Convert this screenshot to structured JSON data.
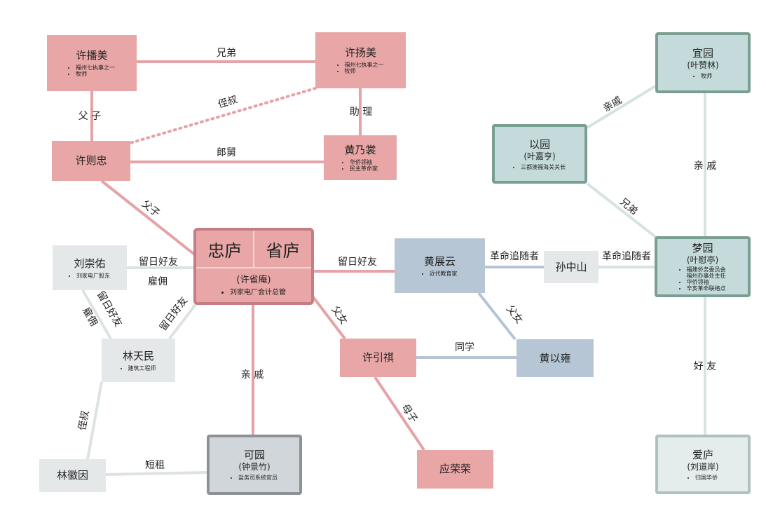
{
  "nodes": {
    "xu_bomei": {
      "name": "许播美",
      "notes": [
        "福州七执事之一",
        "牧师"
      ]
    },
    "xu_yangmei": {
      "name": "许扬美",
      "notes": [
        "福州七执事之一",
        "牧师"
      ]
    },
    "xu_zezhong": {
      "name": "许则忠"
    },
    "huang_naishang": {
      "name": "黄乃裳",
      "notes": [
        "华侨领袖",
        "民主革命家"
      ]
    },
    "center": {
      "left": "忠庐",
      "right": "省庐",
      "sub": "(许省庵)",
      "notes": [
        "刘家电厂会计总管"
      ]
    },
    "liu_chongyou": {
      "name": "刘崇佑",
      "notes": [
        "刘家电厂股东"
      ]
    },
    "lin_tianmin": {
      "name": "林天民",
      "notes": [
        "建筑工程师"
      ]
    },
    "lin_huiyin": {
      "name": "林徽因"
    },
    "keyuan": {
      "name": "可园",
      "sub": "(钟景竹)",
      "notes": [
        "盐务司系统官员"
      ]
    },
    "xu_yinqi": {
      "name": "许引祺"
    },
    "ying_rongrong": {
      "name": "应荣荣"
    },
    "huang_zhanyun": {
      "name": "黄展云",
      "notes": [
        "近代教育家"
      ]
    },
    "huang_yiyong": {
      "name": "黄以雍"
    },
    "sun_zhongshan": {
      "name": "孙中山"
    },
    "yiyuan_zanlin": {
      "name": "宜园",
      "sub": "(叶赞林)",
      "notes": [
        "牧师"
      ]
    },
    "yiyuan_jiaheng": {
      "name": "以园",
      "sub": "(叶嘉亨)",
      "notes": [
        "三都澳福海关关长"
      ]
    },
    "mengyuan": {
      "name": "梦园",
      "sub": "(叶慰亭)",
      "notes": [
        "福建侨务委员会",
        "福州办事处主任",
        "华侨领袖",
        "辛亥革命联络点"
      ]
    },
    "ailu": {
      "name": "爱庐",
      "sub": "(刘道岸)",
      "notes": [
        "归国华侨"
      ]
    }
  },
  "relations": {
    "bomei_yangmei": "兄弟",
    "bomei_zezhong": "父 子",
    "yangmei_zezhong": "侄叔",
    "yangmei_naishang": "助 理",
    "zezhong_naishang": "郎舅",
    "zezhong_center": "父子",
    "liu_center_1": "留日好友",
    "liu_center_2": "雇佣",
    "liu_lin_1": "留日好友",
    "liu_lin_2": "雇佣",
    "lin_center": "留日好友",
    "lin_huiyin": "侄叔",
    "center_keyuan": "亲 戚",
    "huiyin_keyuan": "短租",
    "center_yinqi": "父女",
    "yinqi_rongrong": "母子",
    "center_zhanyun": "留日好友",
    "zhanyun_yiyong": "父女",
    "yinqi_yiyong": "同学",
    "zhanyun_sun": "革命追随者",
    "sun_mengyuan": "革命追随者",
    "zanlin_jiaheng": "亲戚",
    "zanlin_mengyuan": "亲 戚",
    "jiaheng_mengyuan": "兄弟",
    "mengyuan_ailu": "好 友"
  },
  "colors": {
    "pink_line": "#e5a3a7",
    "blue_line": "#b5c5d6",
    "gray_line": "#dde2e4",
    "teal_line": "#d7e3e3"
  }
}
